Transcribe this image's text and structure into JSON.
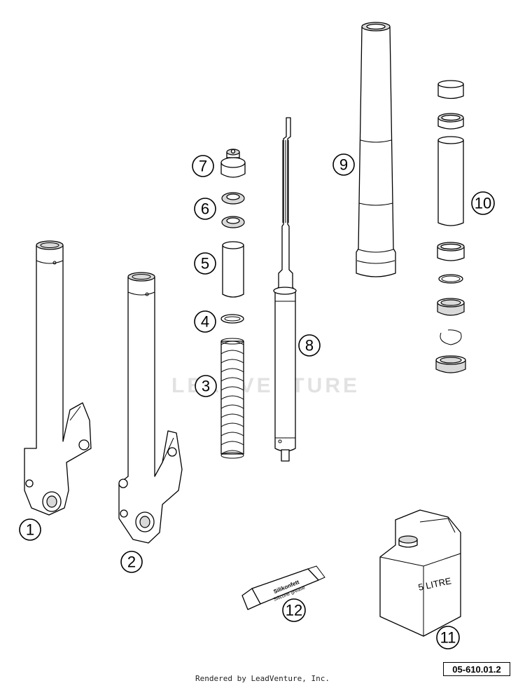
{
  "callouts": {
    "c1": "1",
    "c2": "2",
    "c3": "3",
    "c4": "4",
    "c5": "5",
    "c6": "6",
    "c7": "7",
    "c8": "8",
    "c9": "9",
    "c10": "10",
    "c11": "11",
    "c12": "12"
  },
  "labels": {
    "can": "5 LITRE",
    "tube_brand": "Silikonfett",
    "tube_product": "Silicone grease"
  },
  "watermark": "LEADVENTURE",
  "diagram_code": "05-610.01.2",
  "footer": "Rendered by LeadVenture, Inc."
}
